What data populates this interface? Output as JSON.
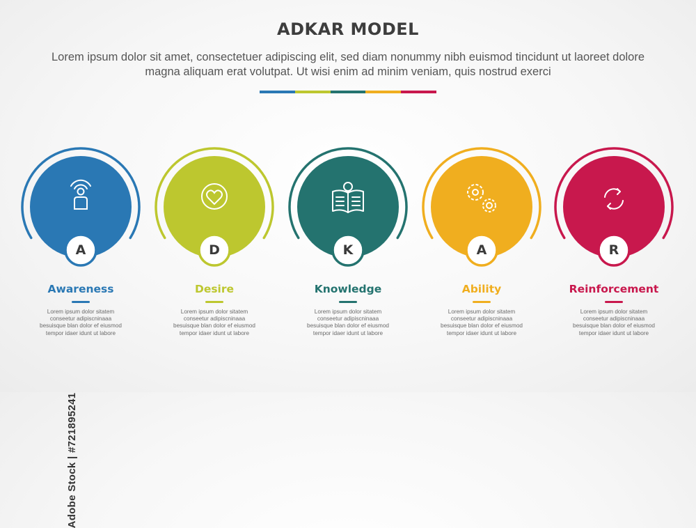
{
  "title": "ADKAR MODEL",
  "subtitle": "Lorem ipsum dolor sit amet, consectetuer adipiscing elit, sed diam nonummy nibh euismod tincidunt ut laoreet dolore magna aliquam erat volutpat. Ut wisi enim ad minim veniam, quis nostrud exerci",
  "watermark": "Adobe Stock | #721895241",
  "stages": [
    {
      "letter": "A",
      "label": "Awareness",
      "description": "Lorem ipsum dolor sitatem conseetur adipiscninaaa besuisque blan dolor ef eiusmod tempor idaer idunt ut labore",
      "color": "#2a78b4",
      "icon": "person-signal-icon"
    },
    {
      "letter": "D",
      "label": "Desire",
      "description": "Lorem ipsum dolor sitatem conseetur adipiscninaaa besuisque blan dolor ef eiusmod tempor idaer idunt ut labore",
      "color": "#bdc72f",
      "icon": "heart-circle-icon"
    },
    {
      "letter": "K",
      "label": "Knowledge",
      "description": "Lorem ipsum dolor sitatem conseetur adipiscninaaa besuisque blan dolor ef eiusmod tempor idaer idunt ut labore",
      "color": "#24736f",
      "icon": "book-bulb-icon"
    },
    {
      "letter": "A",
      "label": "Ability",
      "description": "Lorem ipsum dolor sitatem conseetur adipiscninaaa besuisque blan dolor ef eiusmod tempor idaer idunt ut labore",
      "color": "#f0ae1f",
      "icon": "gears-icon"
    },
    {
      "letter": "R",
      "label": "Reinforcement",
      "description": "Lorem ipsum dolor sitatem conseetur adipiscninaaa besuisque blan dolor ef eiusmod tempor idaer idunt ut labore",
      "color": "#c8184d",
      "icon": "refresh-cycle-icon"
    }
  ]
}
